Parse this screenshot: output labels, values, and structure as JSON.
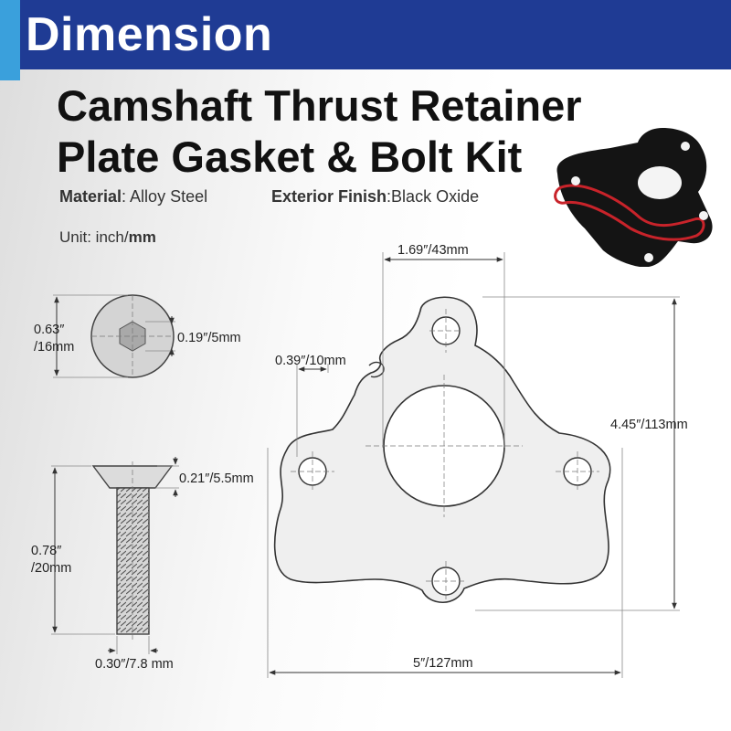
{
  "banner": {
    "title": "Dimension"
  },
  "product": {
    "title_line1": "Camshaft Thrust Retainer",
    "title_line2": "Plate Gasket & Bolt Kit"
  },
  "specs": {
    "material_label": "Material",
    "material_sep": ":",
    "material_value": " Alloy Steel",
    "finish_label": "Exterior Finish",
    "finish_sep": ":",
    "finish_value": "Black Oxide",
    "unit_prefix": "Unit: inch/",
    "unit_bold": "mm"
  },
  "dimensions": {
    "head_diameter_in": "0.63″",
    "head_diameter_mm": "/16mm",
    "hex_size": "0.19″/5mm",
    "head_height": "0.21″/5.5mm",
    "bolt_length_in": "0.78″",
    "bolt_length_mm": "/20mm",
    "thread_diameter": "0.30″/7.8 mm",
    "hole_spacing": "1.69″/43mm",
    "notch_offset": "0.39″/10mm",
    "plate_height": "4.45″/113mm",
    "plate_width": "5″/127mm"
  },
  "colors": {
    "banner": "#1f3b94",
    "banner_accent": "#3aa0dc",
    "plate_fill": "#efefef",
    "gasket_red": "#c8232a",
    "product_black": "#141414"
  }
}
